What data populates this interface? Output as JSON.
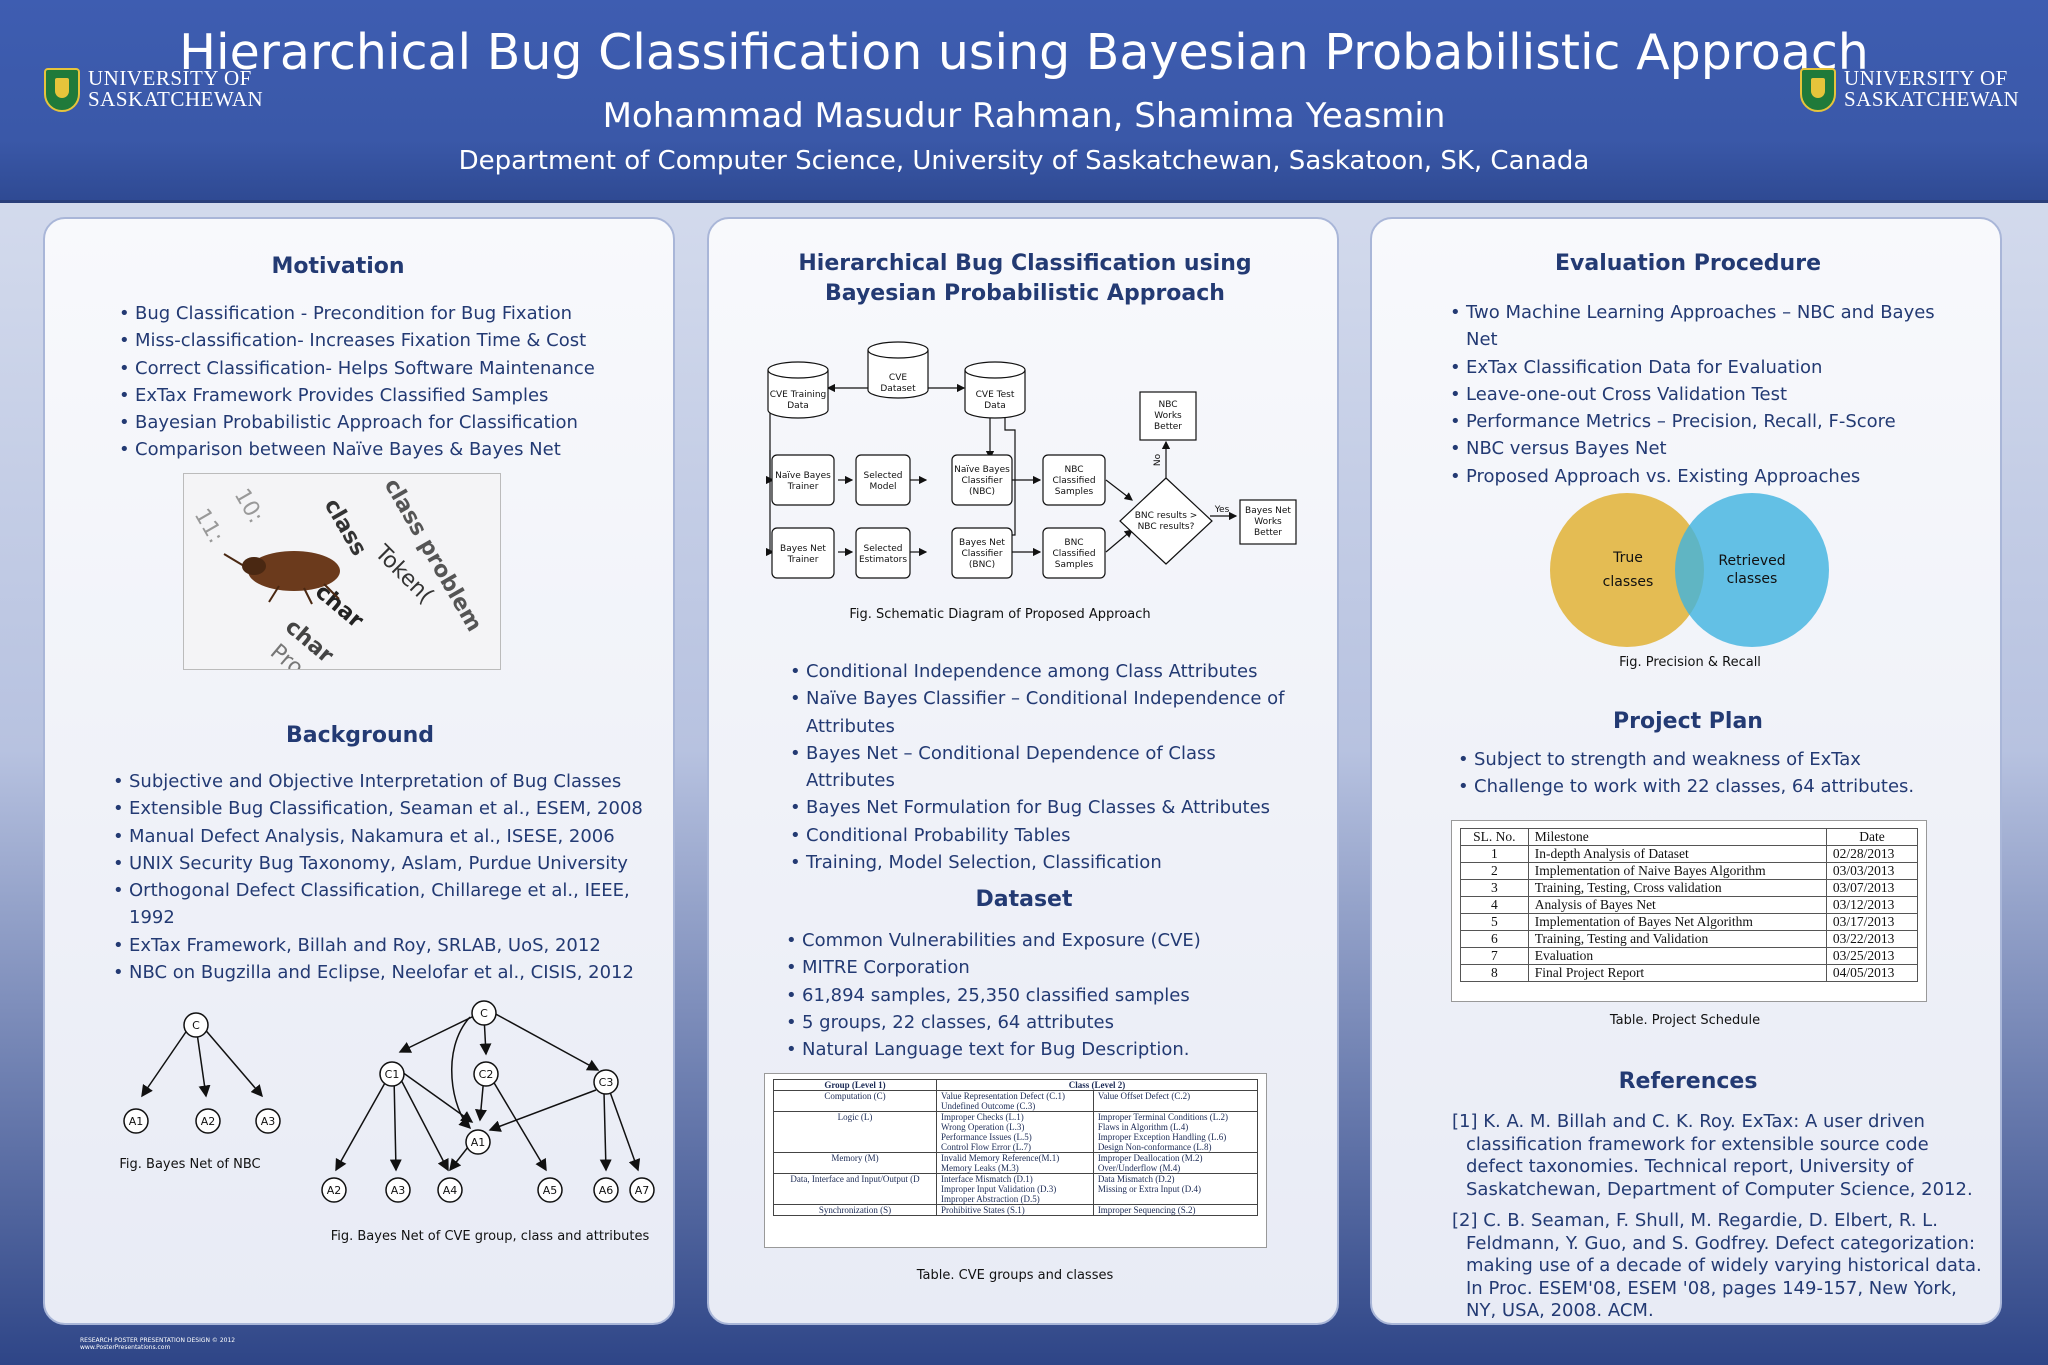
{
  "header": {
    "title": "Hierarchical Bug Classification using Bayesian Probabilistic Approach",
    "authors": "Mohammad Masudur Rahman, Shamima Yeasmin",
    "affiliation": "Department of Computer Science, University of Saskatchewan, Saskatoon, SK, Canada",
    "logo_line1": "UNIVERSITY OF",
    "logo_line2": "SASKATCHEWAN"
  },
  "motivation": {
    "heading": "Motivation",
    "items": [
      "Bug Classification - Precondition for Bug Fixation",
      "Miss-classification- Increases Fixation Time & Cost",
      "Correct  Classification- Helps Software Maintenance",
      "ExTax  Framework Provides Classified Samples",
      "Bayesian Probabilistic Approach for Classification",
      "Comparison between Naïve Bayes & Bayes Net"
    ]
  },
  "background": {
    "heading": "Background",
    "items": [
      "Subjective and Objective Interpretation of Bug Classes",
      "Extensible Bug Classification, Seaman et al., ESEM, 2008",
      "Manual Defect Analysis, Nakamura et al., ISESE, 2006",
      "UNIX Security Bug Taxonomy, Aslam, Purdue University",
      "Orthogonal Defect Classification, Chillarege et al., IEEE, 1992",
      "ExTax Framework, Billah and Roy, SRLAB, UoS, 2012",
      "NBC on Bugzilla and Eclipse, Neelofar et al., CISIS, 2012"
    ],
    "fig_nbc_caption": "Fig. Bayes Net of NBC",
    "fig_cve_caption": "Fig. Bayes Net of CVE  group, class and attributes",
    "nodes": {
      "C": "C",
      "C1": "C1",
      "C2": "C2",
      "C3": "C3",
      "A1": "A1",
      "A2": "A2",
      "A3": "A3",
      "A4": "A4",
      "A5": "A5",
      "A6": "A6",
      "A7": "A7"
    }
  },
  "approach": {
    "heading": "Hierarchical Bug Classification using Bayesian Probabilistic Approach",
    "diagram": {
      "cve_dataset": [
        "CVE",
        "Dataset"
      ],
      "cve_training": [
        "CVE Training",
        "Data"
      ],
      "cve_test": [
        "CVE Test",
        "Data"
      ],
      "nb_trainer": [
        "Naïve Bayes",
        "Trainer"
      ],
      "selected_model": [
        "Selected",
        "Model"
      ],
      "nb_classifier": [
        "Naïve Bayes",
        "Classifier",
        "(NBC)"
      ],
      "nbc_samples": [
        "NBC",
        "Classified",
        "Samples"
      ],
      "bn_trainer": [
        "Bayes Net",
        "Trainer"
      ],
      "selected_estimators": [
        "Selected",
        "Estimators"
      ],
      "bn_classifier": [
        "Bayes Net",
        "Classifier",
        "(BNC)"
      ],
      "bnc_samples": [
        "BNC",
        "Classified",
        "Samples"
      ],
      "decision": [
        "BNC results >",
        "NBC results?"
      ],
      "nbc_better": [
        "NBC",
        "Works",
        "Better"
      ],
      "bn_better": [
        "Bayes Net",
        "Works",
        "Better"
      ],
      "yes": "Yes",
      "no": "No"
    },
    "fig_caption": "Fig. Schematic Diagram of Proposed Approach",
    "items": [
      "Conditional Independence among Class Attributes",
      "Naïve Bayes Classifier – Conditional Independence of Attributes",
      "Bayes Net – Conditional Dependence of Class Attributes",
      "Bayes Net  Formulation for Bug Classes & Attributes",
      "Conditional Probability Tables",
      "Training, Model Selection, Classification"
    ]
  },
  "dataset": {
    "heading": "Dataset",
    "items": [
      "Common Vulnerabilities and Exposure (CVE)",
      "MITRE Corporation",
      "61,894 samples, 25,350 classified samples",
      "5 groups, 22 classes, 64 attributes",
      "Natural Language text for Bug Description."
    ],
    "table": {
      "headers": [
        "Group (Level 1)",
        "Class (Level 2)"
      ],
      "rows": [
        {
          "group": "Computation (C)",
          "left": [
            "Value Representation Defect (C.1)",
            "Undefined Outcome (C.3)"
          ],
          "right": [
            "Value Offset Defect (C.2)"
          ]
        },
        {
          "group": "Logic (L)",
          "left": [
            "Improper Checks (L.1)",
            "Wrong Operation (L.3)",
            "Performance Issues (L.5)",
            "Control Flow Error (L.7)"
          ],
          "right": [
            "Improper Terminal Conditions (L.2)",
            "Flaws in Algorithm (L.4)",
            "Improper Exception Handling (L.6)",
            "Design Non-conformance (L.8)"
          ]
        },
        {
          "group": "Memory (M)",
          "left": [
            "Invalid Memory Reference(M.1)",
            "Memory Leaks (M.3)"
          ],
          "right": [
            "Improper Deallocation (M.2)",
            "Over/Underflow (M.4)"
          ]
        },
        {
          "group": "Data, Interface and Input/Output (D",
          "left": [
            "Interface Mismatch (D.1)",
            "Improper Input Validation (D.3)",
            "Improper Abstraction (D.5)"
          ],
          "right": [
            "Data Mismatch (D.2)",
            "Missing or Extra Input (D.4)"
          ]
        },
        {
          "group": "Synchronization (S)",
          "left": [
            "Prohibitive States (S.1)"
          ],
          "right": [
            "Improper Sequencing (S.2)"
          ]
        }
      ],
      "caption": "Table. CVE groups and classes"
    }
  },
  "evaluation": {
    "heading": "Evaluation Procedure",
    "items": [
      "Two Machine Learning Approaches – NBC and  Bayes Net",
      "ExTax Classification Data for Evaluation",
      "Leave-one-out Cross Validation Test",
      "Performance Metrics – Precision, Recall, F-Score",
      "NBC versus Bayes Net",
      "Proposed Approach vs. Existing  Approaches"
    ],
    "venn_left": [
      "True",
      "classes"
    ],
    "venn_right": [
      "Retrieved",
      "classes"
    ],
    "venn_colors": {
      "left": "#e3b84a",
      "right": "#3fb3e0"
    },
    "fig_caption": "Fig. Precision & Recall"
  },
  "plan": {
    "heading": "Project Plan",
    "items": [
      "Subject to strength and weakness of ExTax",
      "Challenge to work with 22 classes, 64 attributes."
    ],
    "table": {
      "headers": [
        "SL. No.",
        "Milestone",
        "Date"
      ],
      "rows": [
        [
          "1",
          "In-depth Analysis of Dataset",
          "02/28/2013"
        ],
        [
          "2",
          "Implementation of Naive Bayes Algorithm",
          "03/03/2013"
        ],
        [
          "3",
          "Training, Testing, Cross validation",
          "03/07/2013"
        ],
        [
          "4",
          "Analysis of Bayes Net",
          "03/12/2013"
        ],
        [
          "5",
          "Implementation of Bayes Net Algorithm",
          "03/17/2013"
        ],
        [
          "6",
          "Training, Testing and Validation",
          "03/22/2013"
        ],
        [
          "7",
          "Evaluation",
          "03/25/2013"
        ],
        [
          "8",
          "Final Project Report",
          "04/05/2013"
        ]
      ],
      "caption": "Table. Project  Schedule"
    }
  },
  "references": {
    "heading": "References",
    "items": [
      "[1] K. A. M. Billah and C. K. Roy. ExTax: A user driven classification framework for extensible source code defect taxonomies. Technical report, University of Saskatchewan, Department of Computer Science, 2012.",
      "[2] C. B. Seaman, F. Shull, M. Regardie, D. Elbert, R. L. Feldmann, Y. Guo, and S. Godfrey. Defect categorization: making use of a decade of widely varying historical data. In Proc. ESEM'08, ESEM '08, pages 149-157, New York, NY, USA, 2008. ACM."
    ]
  },
  "footer": {
    "line1": "RESEARCH POSTER PRESENTATION DESIGN © 2012",
    "line2": "www.PosterPresentations.com"
  }
}
